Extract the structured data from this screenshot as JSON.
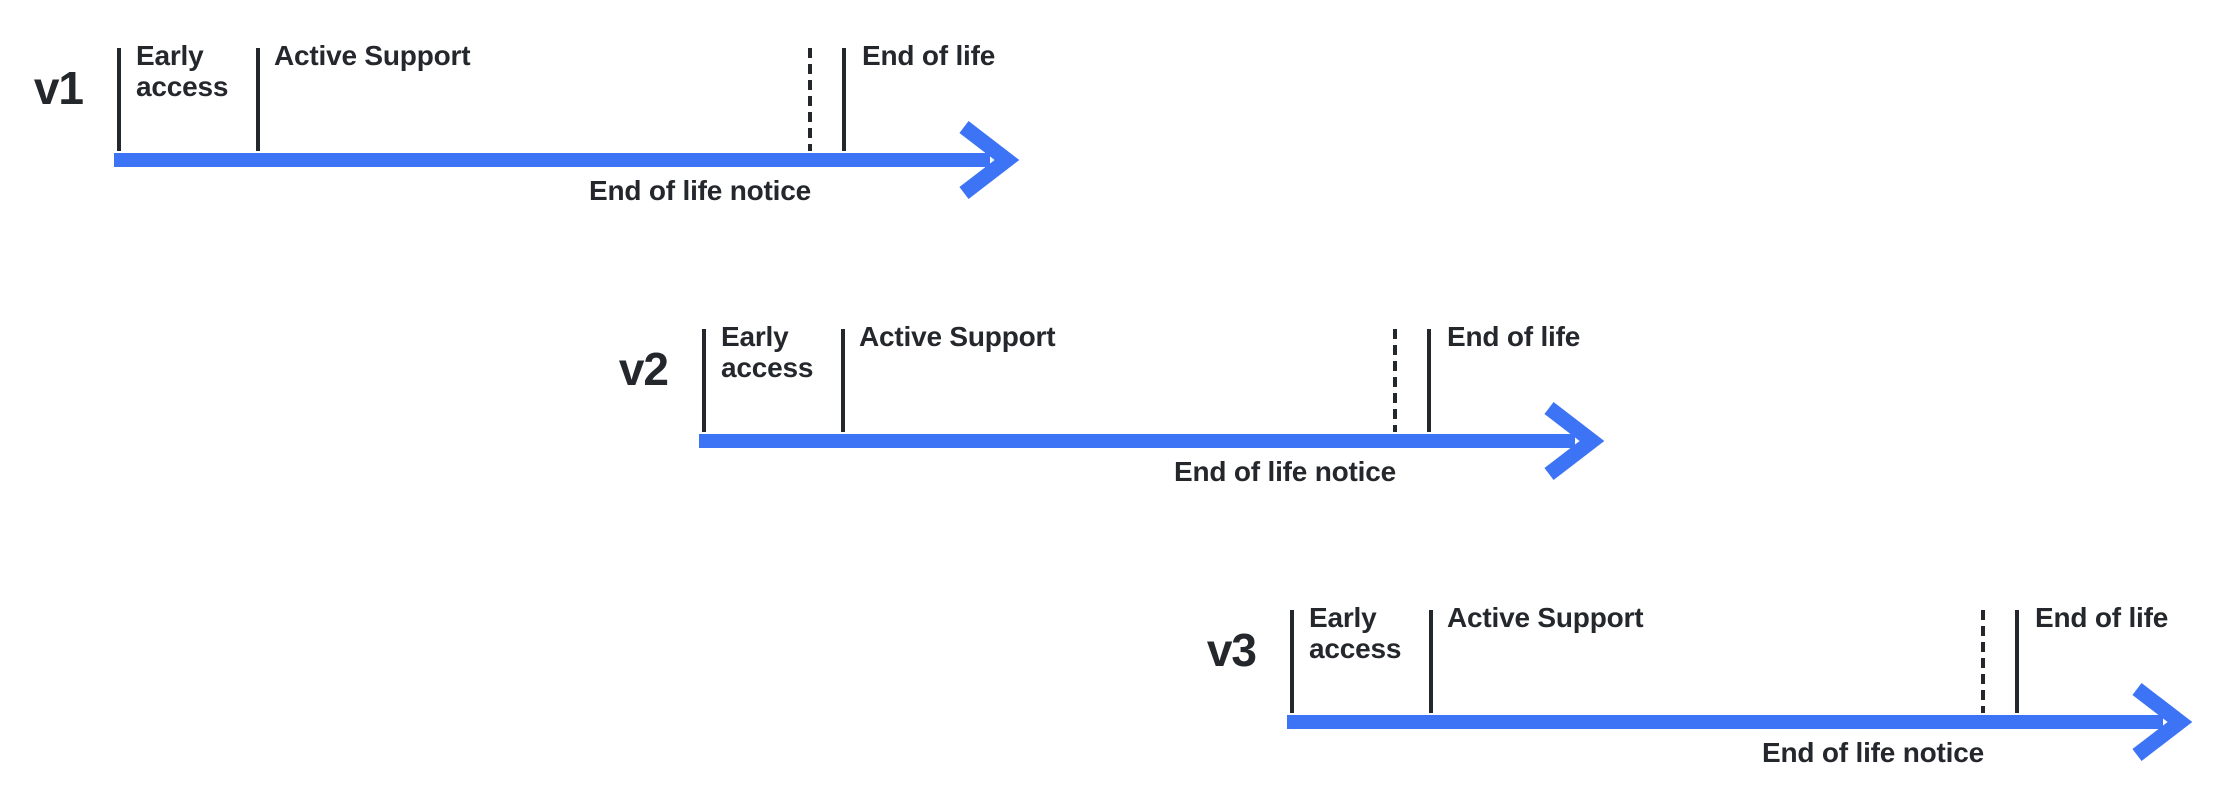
{
  "colors": {
    "arrow_blue": "#3d73f5",
    "ink": "#24272c",
    "background": "#ffffff"
  },
  "timelines": [
    {
      "version": "v1",
      "phase_early_access": "Early access",
      "phase_active_support": "Active Support",
      "phase_end_of_life": "End of life",
      "milestone_end_of_life_notice": "End of life notice"
    },
    {
      "version": "v2",
      "phase_early_access": "Early access",
      "phase_active_support": "Active Support",
      "phase_end_of_life": "End of life",
      "milestone_end_of_life_notice": "End of life notice"
    },
    {
      "version": "v3",
      "phase_early_access": "Early access",
      "phase_active_support": "Active Support",
      "phase_end_of_life": "End of life",
      "milestone_end_of_life_notice": "End of life notice"
    }
  ]
}
